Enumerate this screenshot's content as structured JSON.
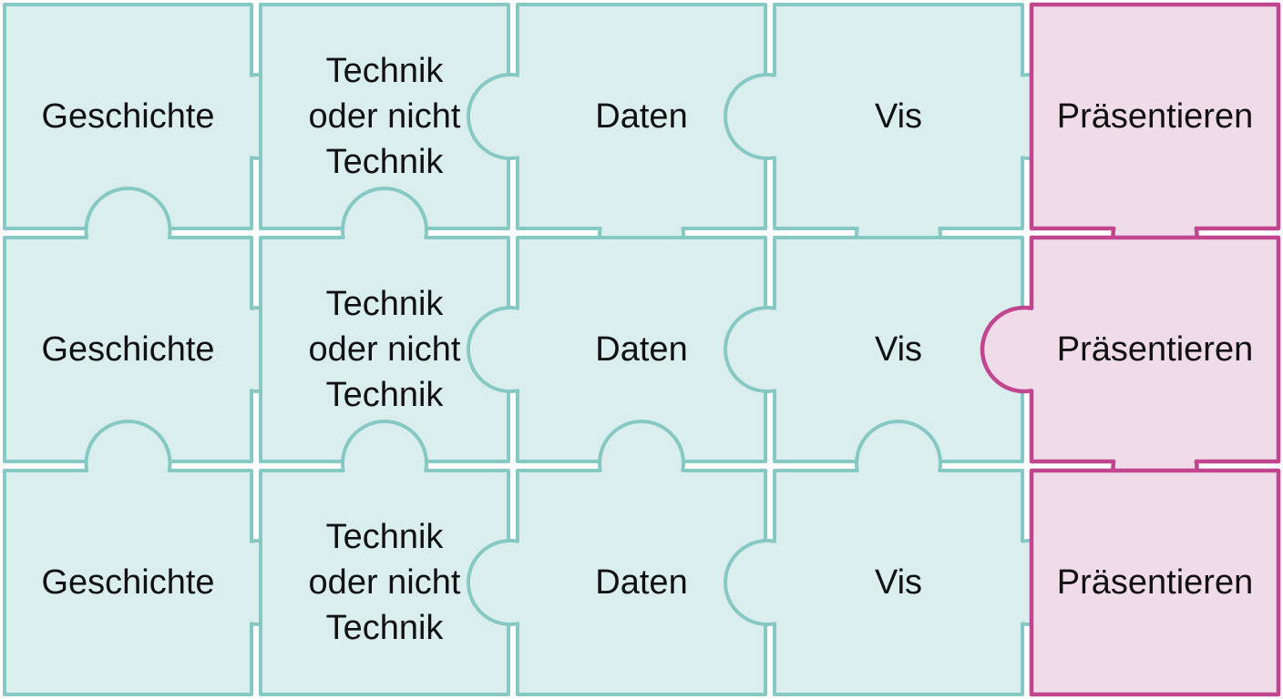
{
  "colors": {
    "teal_stroke": "#86c9c4",
    "teal_fill": "#dbeeee",
    "magenta_stroke": "#c2458f",
    "magenta_fill": "#f0dbe9",
    "text": "#111111",
    "background": "#ffffff"
  },
  "columns": [
    {
      "key": "geschichte",
      "theme": "teal"
    },
    {
      "key": "technik",
      "theme": "teal"
    },
    {
      "key": "daten",
      "theme": "teal"
    },
    {
      "key": "vis",
      "theme": "teal"
    },
    {
      "key": "praesentieren",
      "theme": "magenta"
    }
  ],
  "rows": [
    {
      "pieces": [
        {
          "lines": [
            "Geschichte"
          ]
        },
        {
          "lines": [
            "Technik",
            "oder nicht",
            "Technik"
          ]
        },
        {
          "lines": [
            "Daten"
          ]
        },
        {
          "lines": [
            "Vis"
          ]
        },
        {
          "lines": [
            "Präsentieren"
          ]
        }
      ]
    },
    {
      "pieces": [
        {
          "lines": [
            "Geschichte"
          ]
        },
        {
          "lines": [
            "Technik",
            "oder nicht",
            "Technik"
          ]
        },
        {
          "lines": [
            "Daten"
          ]
        },
        {
          "lines": [
            "Vis"
          ]
        },
        {
          "lines": [
            "Präsentieren"
          ]
        }
      ]
    },
    {
      "pieces": [
        {
          "lines": [
            "Geschichte"
          ]
        },
        {
          "lines": [
            "Technik",
            "oder nicht",
            "Technik"
          ]
        },
        {
          "lines": [
            "Daten"
          ]
        },
        {
          "lines": [
            "Vis"
          ]
        },
        {
          "lines": [
            "Präsentieren"
          ]
        }
      ]
    }
  ]
}
